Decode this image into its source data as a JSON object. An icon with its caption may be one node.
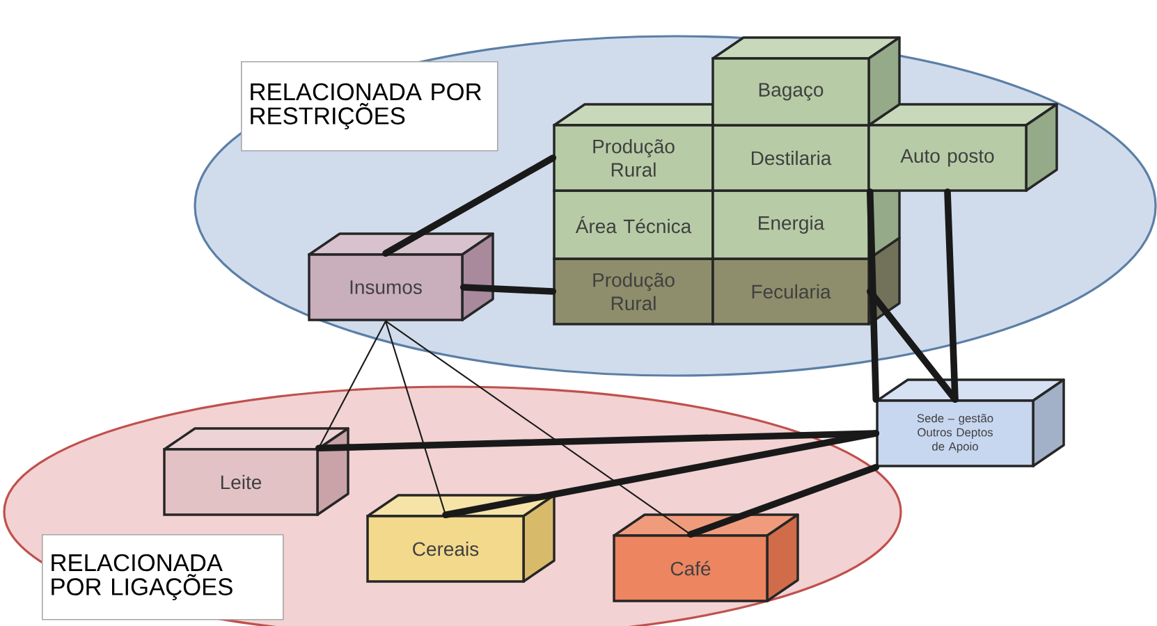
{
  "diagram": {
    "nodes": [
      {
        "text": [
          "RELACIONADA POR RESTRIÇÕES"
        ]
      },
      {
        "text": [
          "Bagaço"
        ],
        "in": 0
      },
      {
        "text": [
          "Produção Rural"
        ],
        "in": 0
      },
      {
        "text": [
          "Destilaria"
        ],
        "in": 0
      },
      {
        "text": [
          "Auto posto"
        ],
        "in": 0
      },
      {
        "text": [
          "Área Técnica"
        ],
        "in": 0
      },
      {
        "text": [
          "Energia"
        ],
        "in": 0
      },
      {
        "text": [
          "Insumos"
        ],
        "in": 0
      },
      {
        "text": [
          "Produção Rural"
        ],
        "in": 0
      },
      {
        "text": [
          "Fecularia"
        ],
        "in": 0
      },
      {
        "text": [
          "Sede – gestão Outros Deptos de Apoio"
        ]
      },
      {
        "text": [
          "RELACIONADA POR LIGAÇÕES"
        ]
      },
      {
        "text": [
          "Leite"
        ],
        "in": 11
      },
      {
        "text": [
          "Cereais"
        ],
        "in": 11
      },
      {
        "text": [
          "Café"
        ],
        "in": 11
      }
    ],
    "edges": [
      {
        "from": 7,
        "to": 2,
        "arrow": "none"
      },
      {
        "from": 7,
        "to": 8,
        "arrow": "none"
      },
      {
        "from": 3,
        "to": 10,
        "arrow": "none"
      },
      {
        "from": 9,
        "to": 10,
        "arrow": "none"
      },
      {
        "from": 4,
        "to": 10,
        "arrow": "none"
      },
      {
        "from": 7,
        "to": 12,
        "arrow": "none"
      },
      {
        "from": 7,
        "to": 13,
        "arrow": "none"
      },
      {
        "from": 7,
        "to": 14,
        "arrow": "none"
      },
      {
        "from": 12,
        "to": 10,
        "arrow": "none"
      },
      {
        "from": 13,
        "to": 10,
        "arrow": "none"
      },
      {
        "from": 14,
        "to": 10,
        "arrow": "none"
      }
    ]
  }
}
